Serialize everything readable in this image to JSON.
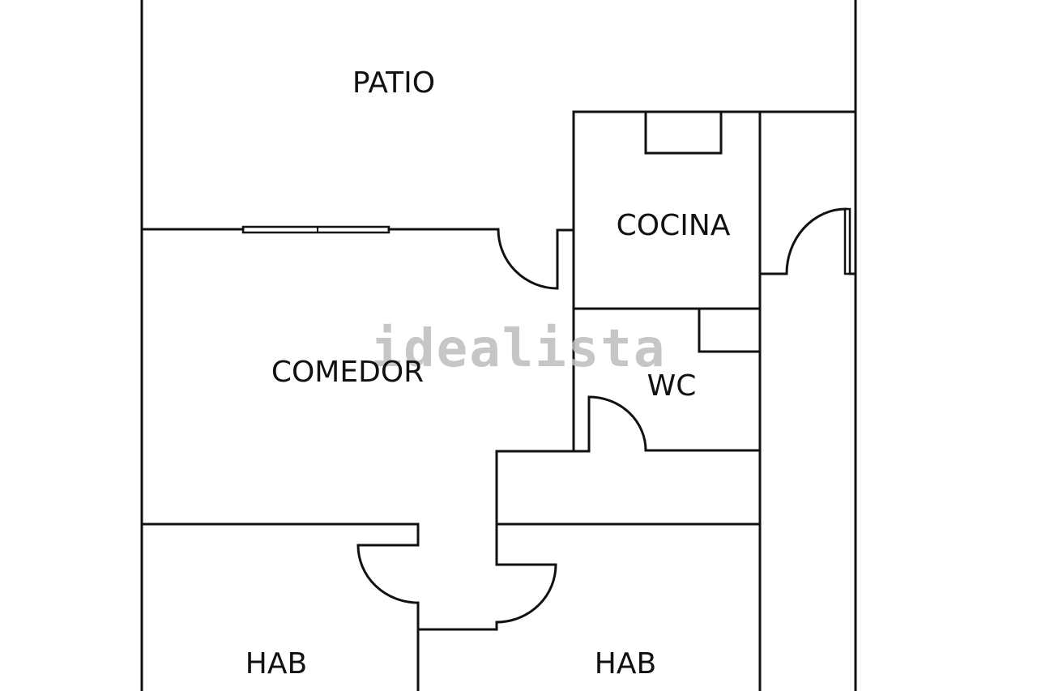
{
  "rooms": {
    "patio": "PATIO",
    "cocina": "COCINA",
    "comedor": "COMEDOR",
    "wc": "WC",
    "hab_left": "HAB",
    "hab_right": "HAB"
  },
  "watermark": "idealista",
  "colors": {
    "wall": "#111111",
    "watermark": "#bdbdbd"
  }
}
